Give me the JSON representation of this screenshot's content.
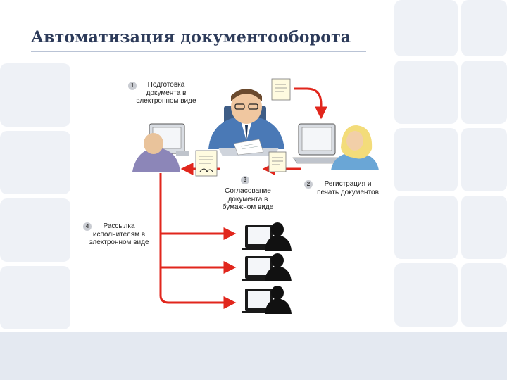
{
  "slide": {
    "title": "Автоматизация документооборота"
  },
  "diagram": {
    "steps": [
      {
        "number": "1",
        "lines": [
          "Подготовка",
          "документа в",
          "электронном виде"
        ]
      },
      {
        "number": "2",
        "lines": [
          "Регистрация и",
          "печать документов"
        ]
      },
      {
        "number": "3",
        "lines": [
          "Согласование",
          "документа в",
          "бумажном виде"
        ]
      },
      {
        "number": "4",
        "lines": [
          "Рассылка",
          "исполнителям в",
          "электронном виде"
        ]
      }
    ],
    "colors": {
      "arrow": "#e1261c",
      "title": "#2d3b5a",
      "tile": "#e8ecf2"
    }
  }
}
